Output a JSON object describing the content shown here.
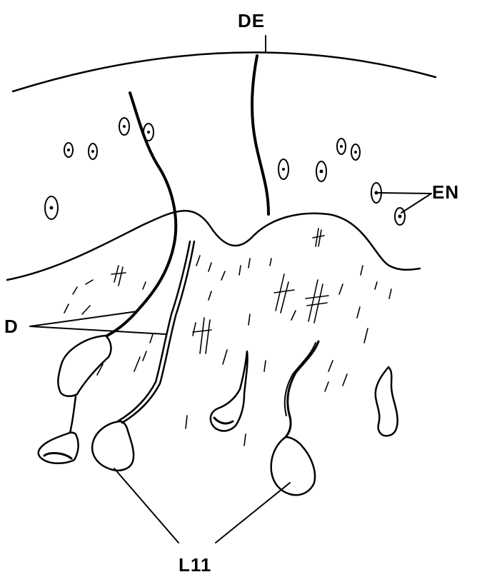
{
  "labels": {
    "de": "DE",
    "en": "EN",
    "d": "D",
    "l11": "L11"
  },
  "colors": {
    "ink": "#000000",
    "paper": "#ffffff"
  }
}
